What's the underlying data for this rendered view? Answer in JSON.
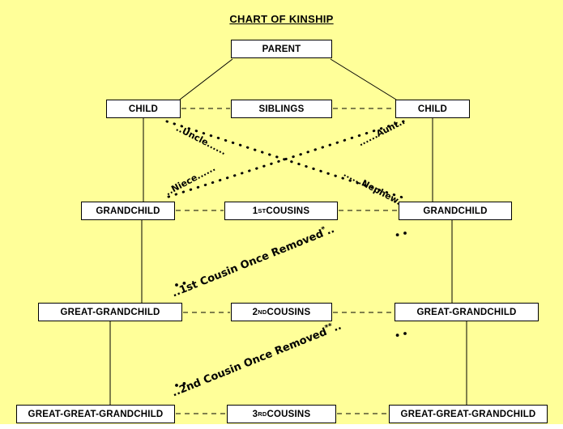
{
  "title": "CHART OF KINSHIP",
  "colors": {
    "background": "#ffff99",
    "box_fill": "#ffffff",
    "line": "#000000",
    "text": "#000000"
  },
  "nodes": {
    "parent": "PARENT",
    "child_left": "CHILD",
    "siblings": "SIBLINGS",
    "child_right": "CHILD",
    "grandchild_left": "GRANDCHILD",
    "cousins_1st_num": "1",
    "cousins_1st_ord": "ST",
    "cousins_1st_rest": " COUSINS",
    "grandchild_right": "GRANDCHILD",
    "great_grandchild_left": "GREAT-GRANDCHILD",
    "cousins_2nd_num": "2",
    "cousins_2nd_ord": "ND",
    "cousins_2nd_rest": " COUSINS",
    "great_grandchild_right": "GREAT-GRANDCHILD",
    "great_great_grandchild_left": "GREAT-GREAT-GRANDCHILD",
    "cousins_3rd_num": "3",
    "cousins_3rd_ord": "RD",
    "cousins_3rd_rest": " COUSINS",
    "great_great_grandchild_right": "GREAT-GREAT-GRANDCHILD"
  },
  "relations": {
    "uncle": "..Uncle......",
    "aunt": "......Aunt..",
    "niece": "..Niece......",
    "nephew": "......Nephew..",
    "cousin_once_removed_1_pre": "..1st Cousin Once Removed",
    "cousin_once_removed_1_mark": "*",
    "cousin_once_removed_1_post": "..",
    "cousin_once_removed_2_pre": "..2nd Cousin Once Removed",
    "cousin_once_removed_2_mark": "**",
    "cousin_once_removed_2_post": ".."
  },
  "chart_data": {
    "type": "diagram",
    "title": "CHART OF KINSHIP",
    "description": "Genealogical kinship chart showing descendant generations of two siblings and the cousin relationships between the two descending lines.",
    "rows": [
      {
        "generation": 0,
        "left": null,
        "center": "PARENT",
        "right": null
      },
      {
        "generation": 1,
        "left": "CHILD",
        "center": "SIBLINGS",
        "right": "CHILD"
      },
      {
        "generation": 2,
        "left": "GRANDCHILD",
        "center": "1ST COUSINS",
        "right": "GRANDCHILD"
      },
      {
        "generation": 3,
        "left": "GREAT-GRANDCHILD",
        "center": "2ND COUSINS",
        "right": "GREAT-GRANDCHILD"
      },
      {
        "generation": 4,
        "left": "GREAT-GREAT-GRANDCHILD",
        "center": "3RD COUSINS",
        "right": "GREAT-GREAT-GRANDCHILD"
      }
    ],
    "diagonal_relations": [
      {
        "label": "Uncle",
        "from": "CHILD (left)",
        "to": "GRANDCHILD (right)",
        "direction": "down-right"
      },
      {
        "label": "Aunt",
        "from": "CHILD (right)",
        "to": "GRANDCHILD (left)",
        "direction": "down-left"
      },
      {
        "label": "Niece",
        "from": "GRANDCHILD (left)",
        "to": "CHILD (right)",
        "direction": "up-right"
      },
      {
        "label": "Nephew",
        "from": "GRANDCHILD (right)",
        "to": "CHILD (left)",
        "direction": "up-left"
      },
      {
        "label": "1st Cousin Once Removed*",
        "from": "GRANDCHILD (right)",
        "to": "GREAT-GRANDCHILD (left)",
        "direction": "down-left"
      },
      {
        "label": "2nd Cousin Once Removed**",
        "from": "GREAT-GRANDCHILD (right)",
        "to": "GREAT-GREAT-GRANDCHILD (left)",
        "direction": "down-left"
      }
    ],
    "line_styles": {
      "parent_to_child": "solid",
      "vertical_descent": "solid",
      "sibling_and_cousin_horizontal": "dashed",
      "diagonal_kinship": "dotted"
    }
  }
}
